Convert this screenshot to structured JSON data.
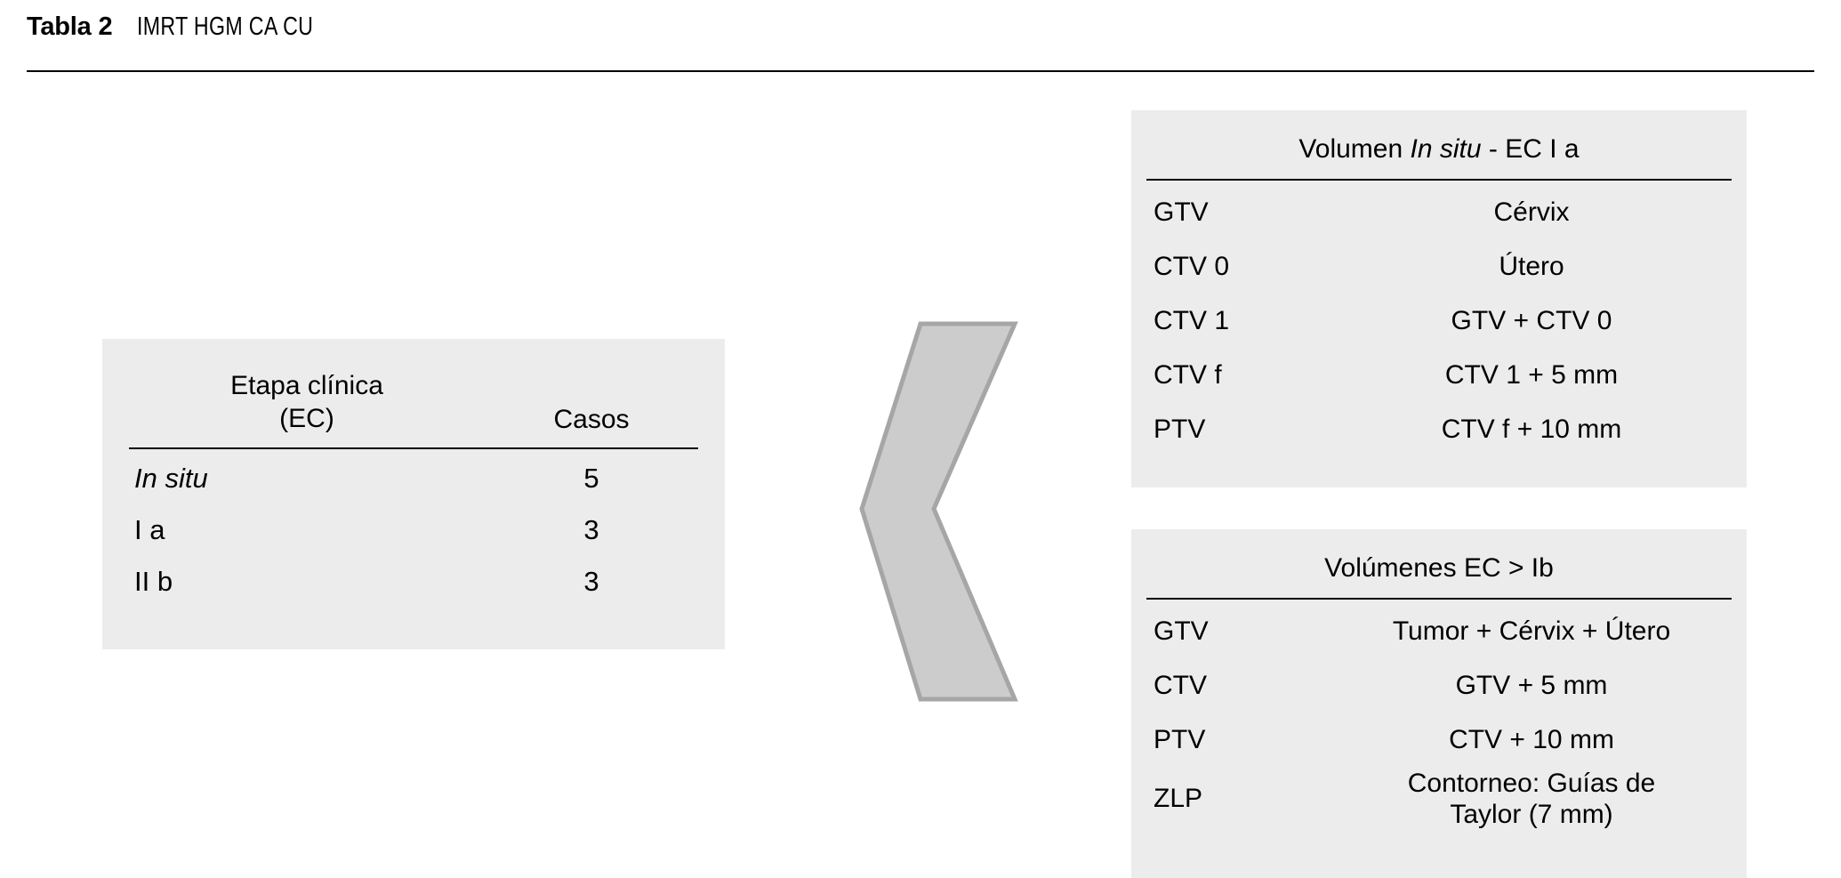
{
  "caption": {
    "label": "Tabla 2",
    "text": "IMRT HGM CA CU"
  },
  "colors": {
    "panel_background": "#ececec",
    "rule": "#000000",
    "arrow_fill": "#cccccc",
    "arrow_stroke": "#a6a6a6",
    "page_background": "#ffffff"
  },
  "stages_panel": {
    "header_line1": "Etapa clínica",
    "header_line2": "(EC)",
    "header_cases": "Casos",
    "rows": [
      {
        "stage": "In situ",
        "stage_italic": true,
        "cases": "5"
      },
      {
        "stage": "I a",
        "stage_italic": false,
        "cases": "3"
      },
      {
        "stage": "II b",
        "stage_italic": false,
        "cases": "3"
      }
    ]
  },
  "insitu_panel": {
    "title_pre": "Volumen ",
    "title_italic": "In situ",
    "title_post": " - EC I a",
    "rows": [
      {
        "key": "GTV",
        "value": "Cérvix"
      },
      {
        "key": "CTV 0",
        "value": "Útero"
      },
      {
        "key": "CTV 1",
        "value": "GTV + CTV 0"
      },
      {
        "key": "CTV f",
        "value": "CTV 1 + 5 mm"
      },
      {
        "key": "PTV",
        "value": "CTV f + 10 mm"
      }
    ]
  },
  "advanced_panel": {
    "title": "Volúmenes EC > Ib",
    "rows": [
      {
        "key": "GTV",
        "value": "Tumor + Cérvix + Útero"
      },
      {
        "key": "CTV",
        "value": "GTV + 5 mm"
      },
      {
        "key": "PTV",
        "value": "CTV + 10 mm"
      },
      {
        "key": "ZLP",
        "value_line1": "Contorneo: Guías de",
        "value_line2": "Taylor (7 mm)"
      }
    ]
  },
  "arrow": {
    "direction": "left",
    "shape": "chevron"
  }
}
